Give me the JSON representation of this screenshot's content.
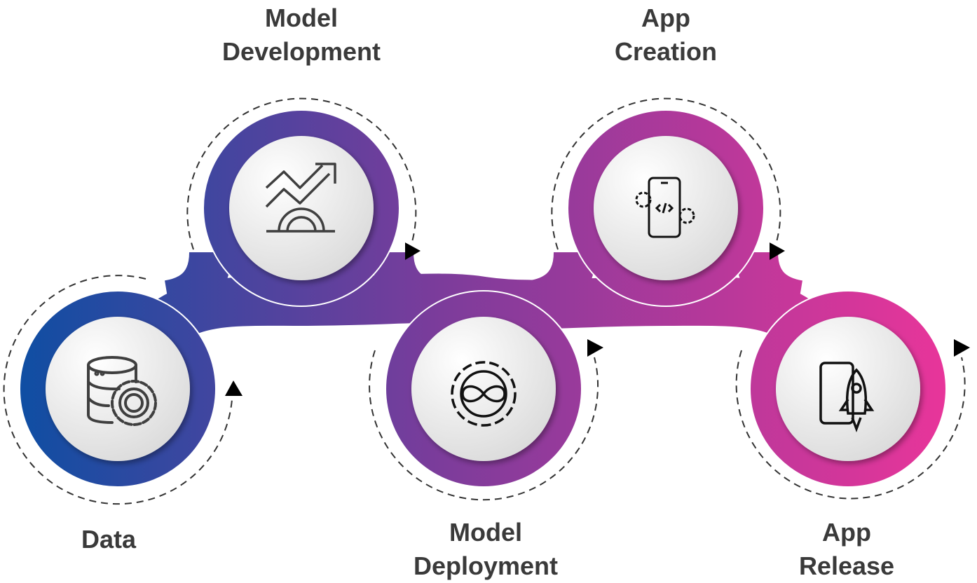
{
  "colors": {
    "start": "#0f4ea3",
    "mid": "#7b3c9b",
    "end": "#e8359a",
    "label": "#3a3a3a",
    "icon": "#3f3f3f"
  },
  "steps": [
    {
      "label": "Data",
      "icon": "database-gear-icon"
    },
    {
      "label": "Model Development",
      "line1": "Model",
      "line2": "Development",
      "icon": "growth-chart-gear-icon"
    },
    {
      "label": "Model Deployment",
      "line1": "Model",
      "line2": "Deployment",
      "icon": "gear-infinity-icon"
    },
    {
      "label": "App Creation",
      "line1": "App",
      "line2": "Creation",
      "icon": "mobile-code-gear-icon"
    },
    {
      "label": "App Release",
      "line1": "App",
      "line2": "Release",
      "icon": "mobile-rocket-icon"
    }
  ]
}
